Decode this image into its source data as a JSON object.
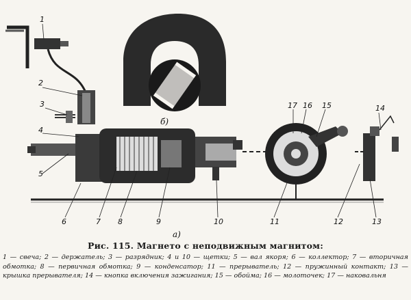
{
  "figure": {
    "callouts": [
      "1",
      "2",
      "3",
      "4",
      "5",
      "6",
      "7",
      "8",
      "9",
      "10",
      "11",
      "12",
      "13",
      "14",
      "15",
      "16",
      "17"
    ],
    "subfigure_a": "а)",
    "subfigure_b": "б)"
  },
  "caption": {
    "title": "Рис. 115. Магнето с неподвижным магнитом:",
    "legend": "1 — свеча; 2 — держатель; 3 — разрядник; 4 и 10 — щетки; 5 — вал якоря; 6 — коллектор; 7 — вторичная обмотка; 8 — первичная обмотка; 9 — конденсатор; 11 — прерыватель; 12 — пружинный контакт; 13 — крышка прерывателя; 14 — кнопка включения зажигания; 15 — обойма; 16 — молоточек; 17 — наковальня"
  }
}
